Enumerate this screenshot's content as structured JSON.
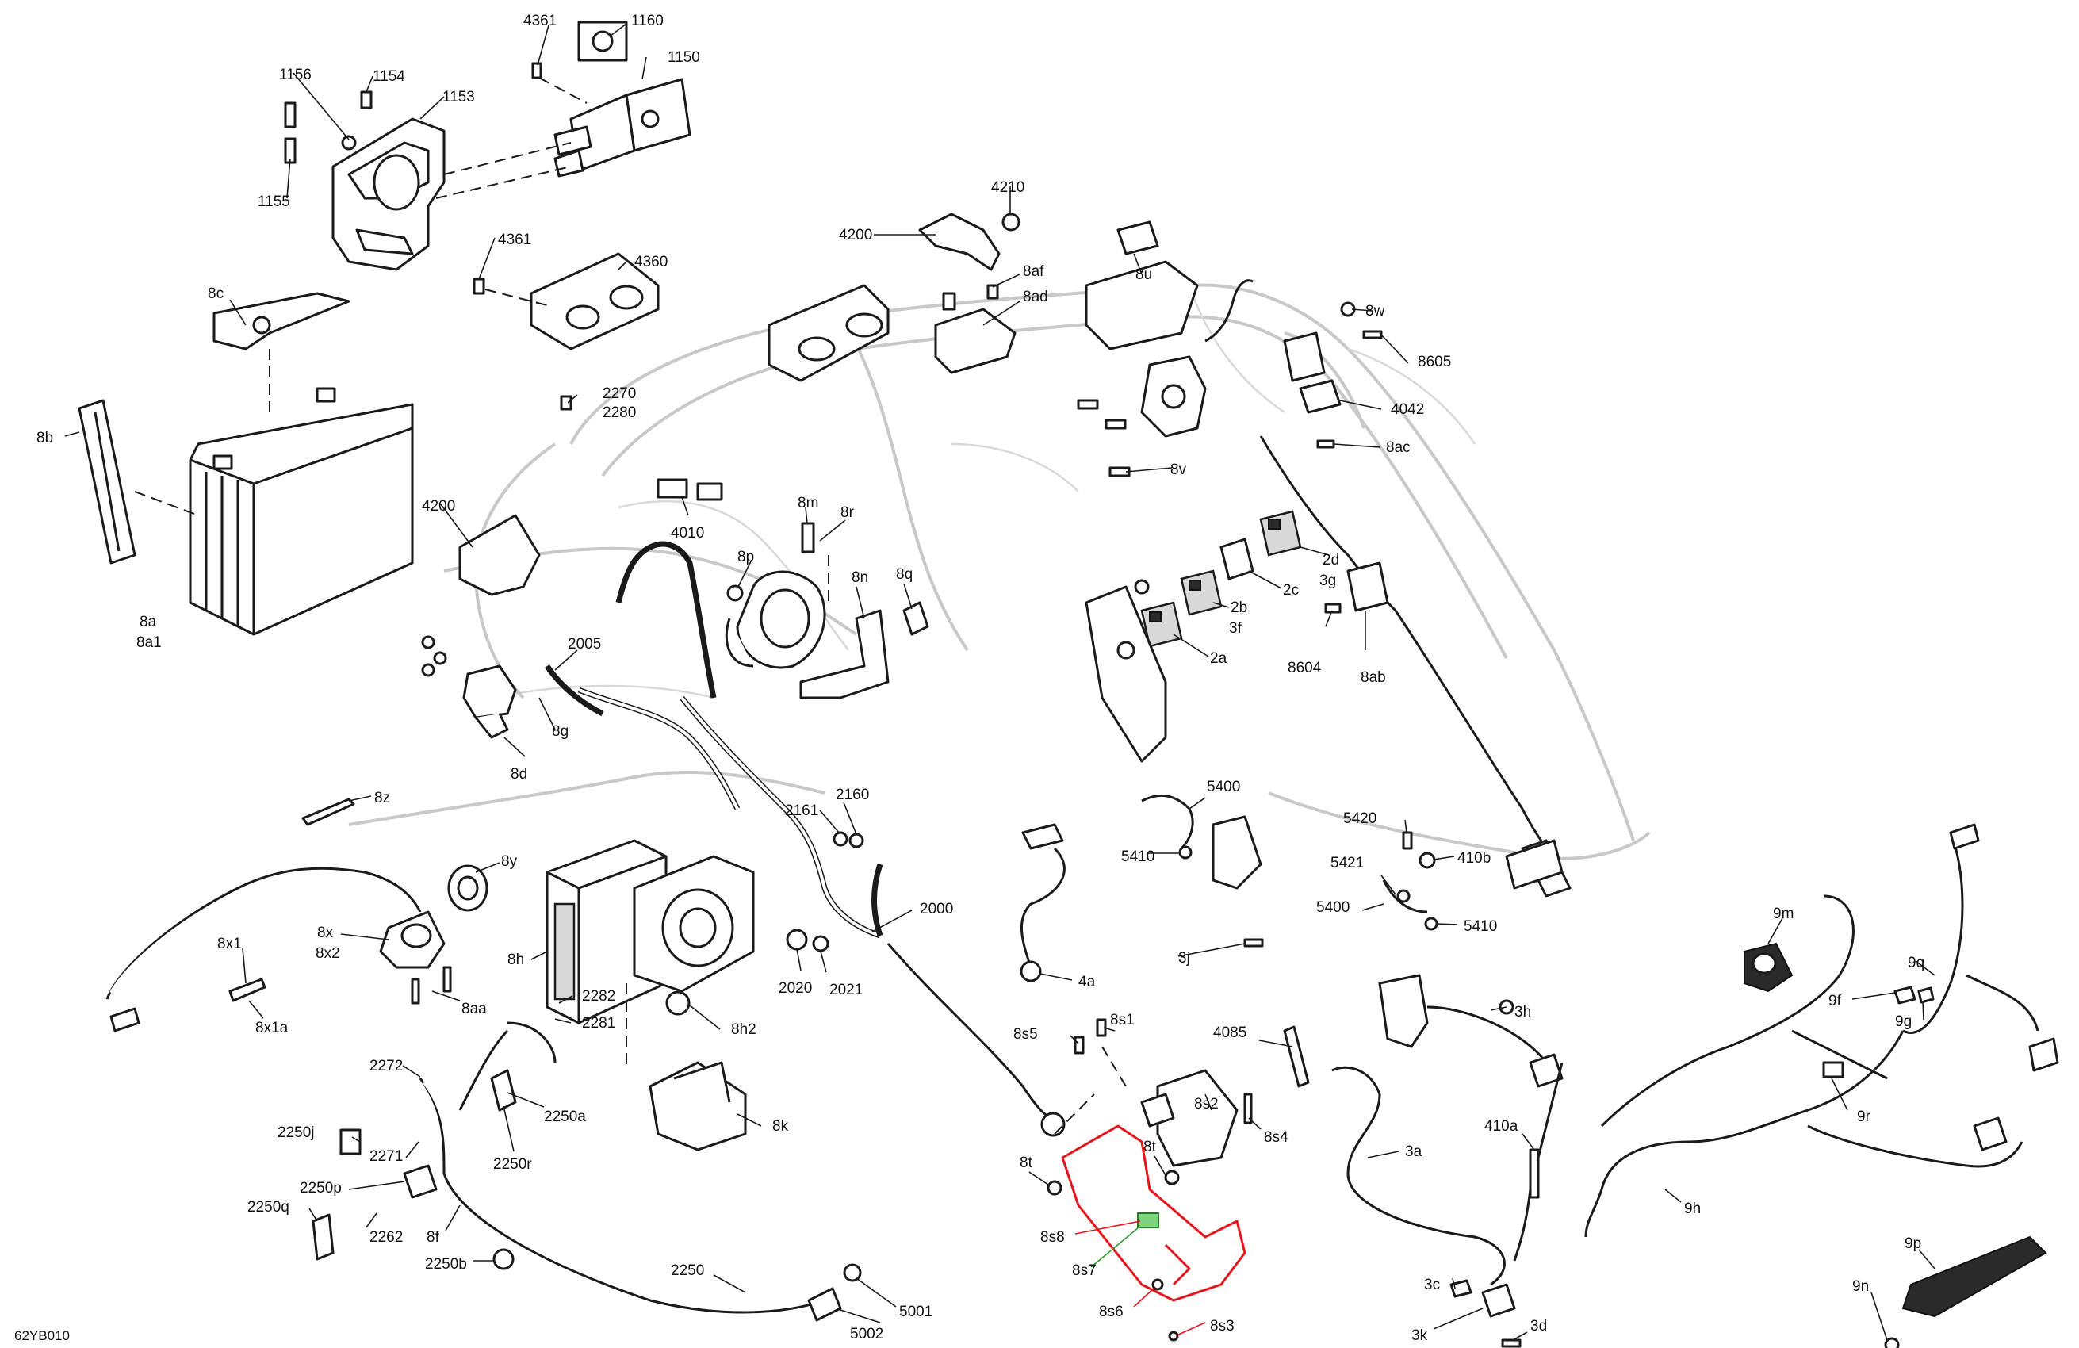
{
  "diagram": {
    "reference_code": "62YB010",
    "labels": {
      "l4361a": "4361",
      "l1160": "1160",
      "l1150": "1150",
      "l1156": "1156",
      "l1154": "1154",
      "l1153": "1153",
      "l1155": "1155",
      "l4210": "4210",
      "l4200a": "4200",
      "l8af": "8af",
      "l8ad": "8ad",
      "l8u": "8u",
      "l8w": "8w",
      "l8605": "8605",
      "l4042": "4042",
      "l8ac": "8ac",
      "l8v": "8v",
      "l8c": "8c",
      "l4361b": "4361",
      "l4360": "4360",
      "l2270": "2270",
      "l2280": "2280",
      "l8b": "8b",
      "l4200b": "4200",
      "l4010": "4010",
      "l8m": "8m",
      "l8r": "8r",
      "l8p": "8p",
      "l8n": "8n",
      "l8q": "8q",
      "l2d": "2d",
      "l3g": "3g",
      "l2c": "2c",
      "l2b": "2b",
      "l3f": "3f",
      "l2a": "2a",
      "l8604": "8604",
      "l8ab": "8ab",
      "l8a": "8a",
      "l8a1": "8a1",
      "l2005": "2005",
      "l8g": "8g",
      "l8d": "8d",
      "l8z": "8z",
      "l2161": "2161",
      "l2160": "2160",
      "l5400a": "5400",
      "l5410a": "5410",
      "l5420": "5420",
      "l410b": "410b",
      "l5421": "5421",
      "l5400b": "5400",
      "l5410b": "5410",
      "l8y": "8y",
      "l8x1": "8x1",
      "l8x": "8x",
      "l8x2": "8x2",
      "l8h": "8h",
      "l2000": "2000",
      "l8x1a": "8x1a",
      "l8aa": "8aa",
      "l2020": "2020",
      "l2021": "2021",
      "l4a": "4a",
      "l3j": "3j",
      "l9m": "9m",
      "l9q": "9q",
      "l9f": "9f",
      "l9g": "9g",
      "l3h": "3h",
      "l2282": "2282",
      "l2281": "2281",
      "l8h2": "8h2",
      "l8s5": "8s5",
      "l8s1": "8s1",
      "l4085": "4085",
      "l2272": "2272",
      "l2250a": "2250a",
      "l8k": "8k",
      "l2250j": "2250j",
      "l2271": "2271",
      "l2250r": "2250r",
      "l8s2": "8s2",
      "l8s4": "8s4",
      "l9r": "9r",
      "l8t1": "8t",
      "l8t2": "8t",
      "l3a": "3a",
      "l410a": "410a",
      "l2250p": "2250p",
      "l2250q": "2250q",
      "l2262": "2262",
      "l8f": "8f",
      "l8s8": "8s8",
      "l8s7": "8s7",
      "l9h": "9h",
      "l2250b": "2250b",
      "l2250": "2250",
      "l8s6": "8s6",
      "l5001": "5001",
      "l5002": "5002",
      "l8s3": "8s3",
      "l3c": "3c",
      "l3k": "3k",
      "l3d": "3d",
      "l9p": "9p",
      "l9n": "9n"
    }
  },
  "colors": {
    "line": "#1a1a1a",
    "frame": "#c8c8c8",
    "highlight_red": "#e8141c",
    "highlight_green": "#7fd37f"
  }
}
